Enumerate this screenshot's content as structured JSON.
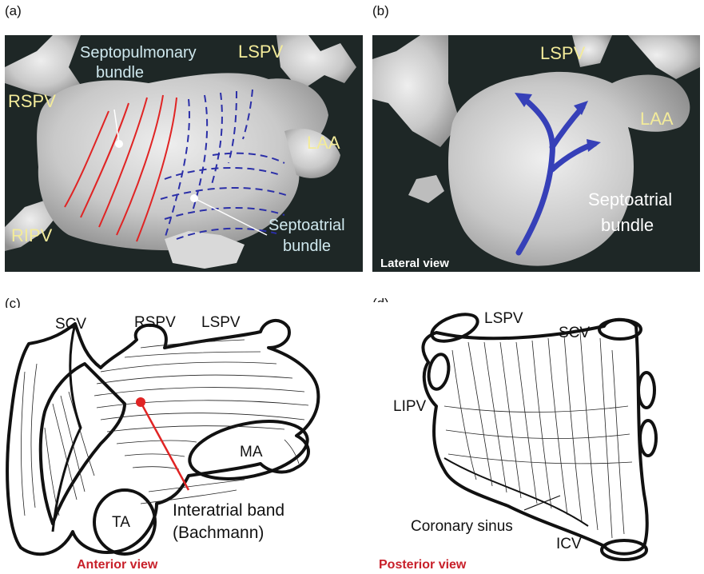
{
  "panels": {
    "a": {
      "letter": "(a)",
      "labels": {
        "septopulmonary": [
          "Septopulmonary",
          "bundle"
        ],
        "lspv": "LSPV",
        "rspv": "RSPV",
        "laa": "LAA",
        "ripv": "RIPV",
        "septoatrial": [
          "Septoatrial",
          "bundle"
        ]
      }
    },
    "b": {
      "letter": "(b)",
      "labels": {
        "lspv": "LSPV",
        "laa": "LAA",
        "septoatrial": [
          "Septoatrial",
          "bundle"
        ],
        "view": "Lateral view"
      }
    },
    "c": {
      "letter": "(c)",
      "labels": {
        "scv": "SCV",
        "rspv": "RSPV",
        "lspv": "LSPV",
        "ma": "MA",
        "ta": "TA",
        "interatrial": [
          "Interatrial band",
          "(Bachmann)"
        ],
        "view": "Anterior view"
      }
    },
    "d": {
      "letter": "(d)",
      "labels": {
        "lspv": "LSPV",
        "scv": "SCV",
        "lipv": "LIPV",
        "coronary_sinus": "Coronary sinus",
        "icv": "ICV",
        "view": "Posterior view"
      }
    }
  },
  "colors": {
    "photo_background": "#1e2726",
    "red_fiber": "#e02424",
    "blue_fiber": "#2b2fa8",
    "blue_arrow": "#3640b8",
    "red_label": "#c8202a",
    "yellow_label": "#f3eb9a",
    "cyan_label": "#cfe8ee"
  }
}
